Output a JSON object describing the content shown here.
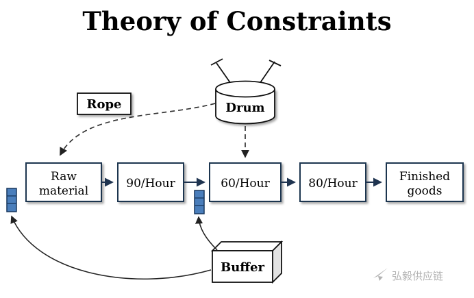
{
  "title": "Theory of Constraints",
  "nodes": {
    "rope": "Rope",
    "drum": "Drum",
    "buffer": "Buffer"
  },
  "flow": {
    "raw_material_line1": "Raw",
    "raw_material_line2": "material",
    "station_90": "90/Hour",
    "station_60": "60/Hour",
    "station_80": "80/Hour",
    "finished_line1": "Finished",
    "finished_line2": "goods"
  },
  "watermark": {
    "text": "弘毅供应链"
  },
  "colors": {
    "box_border": "#1f3450",
    "buffer_marker_fill": "#4a7ebb",
    "buffer_marker_stroke": "#17365d",
    "dashed_line": "#333333",
    "watermark": "#b3b3b3",
    "background": "#ffffff"
  }
}
